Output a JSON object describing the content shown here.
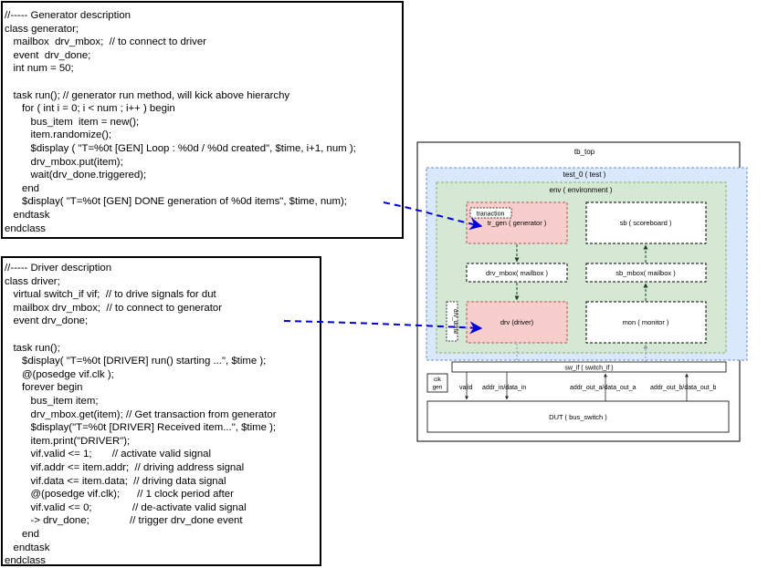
{
  "generator_code": {
    "lines": [
      "//----- Generator description",
      "class generator;",
      "   mailbox  drv_mbox;  // to connect to driver",
      "   event  drv_done;",
      "   int num = 50;",
      "",
      "   task run(); // generator run method, will kick above hierarchy",
      "      for ( int i = 0; i < num ; i++ ) begin",
      "         bus_item  item = new();",
      "         item.randomize();",
      "         $display ( \"T=%0t [GEN] Loop : %0d / %0d created\", $time, i+1, num );",
      "         drv_mbox.put(item);",
      "         wait(drv_done.triggered);",
      "      end",
      "      $display( \"T=%0t [GEN] DONE generation of %0d items\", $time, num);",
      "   endtask",
      "endclass"
    ]
  },
  "driver_code": {
    "lines": [
      "//----- Driver description",
      "class driver;",
      "   virtual switch_if vif;  // to drive signals for dut",
      "   mailbox drv_mbox;  // to connect to generator",
      "   event drv_done;",
      "",
      "   task run();",
      "      $display( \"T=%0t [DRIVER] run() starting ...\", $time );",
      "      @(posedge vif.clk );",
      "      forever begin",
      "         bus_item item;",
      "         drv_mbox.get(item); // Get transaction from generator",
      "         $display(\"T=%0t [DRIVER] Received item...\", $time );",
      "         item.print(\"DRIVER\");",
      "         vif.valid <= 1;       // activate valid signal",
      "         vif.addr <= item.addr;  // driving address signal",
      "         vif.data <= item.data;  // driving data signal",
      "         @(posedge vif.clk);      // 1 clock period after",
      "         vif.valid <= 0;              // de-activate valid signal",
      "         -> drv_done;              // trigger drv_done event",
      "      end",
      "   endtask",
      "endclass"
    ]
  },
  "diagram": {
    "tb_top": "tb_top",
    "test": "test_0 ( test )",
    "env": "env ( environment )",
    "transaction": "tranaction",
    "tr_gen": "tr_gen ( generator )",
    "scoreboard": "sb ( scoreboard )",
    "drv_mbox": "drv_mbox( mailbox )",
    "sb_mbox": "sb_mbox( mailbox )",
    "driver": "drv (driver)",
    "monitor": "mon ( monitor )",
    "drv_done": "drv_done",
    "sw_if": "sw_if ( switch_if )",
    "clk_gen_line1": "clk",
    "clk_gen_line2": "gen",
    "sig_valid": "valid",
    "sig_addr_in": "addr_in/data_in",
    "sig_out_a": "addr_out_a/data_out_a",
    "sig_out_b": "addr_out_b/data_out_b",
    "dut": "DUT ( bus_switch )"
  },
  "colors": {
    "test_fill": "#dae8fc",
    "test_stroke": "#6c8ebf",
    "env_fill": "#d5e8d4",
    "env_stroke": "#82b366",
    "gen_drv_fill": "#f8cecc",
    "gen_drv_stroke": "#b85450",
    "arrow_blue": "#0000dd",
    "arrow_green": "#1a3d1a"
  }
}
